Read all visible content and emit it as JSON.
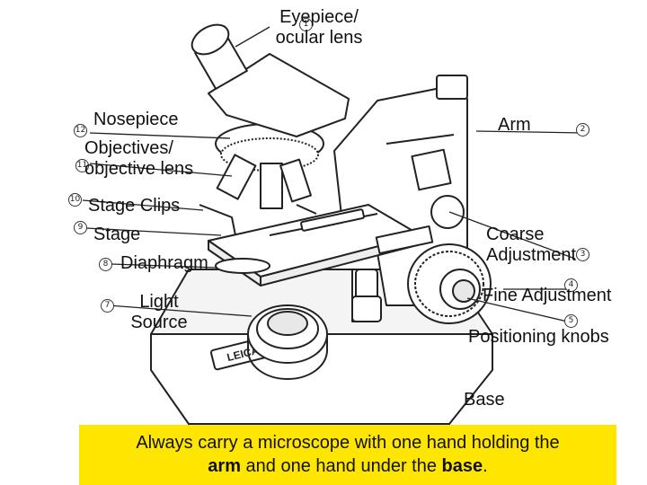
{
  "labels": {
    "eyepiece": [
      "Eyepiece/",
      "ocular lens"
    ],
    "nosepiece": "Nosepiece",
    "objectives": [
      "Objectives/",
      "objective lens"
    ],
    "stage_clips": "Stage Clips",
    "stage": "Stage",
    "diaphragm": "Diaphragm",
    "light_source": [
      "Light",
      "Source"
    ],
    "arm": "Arm",
    "coarse_adjustment": [
      "Coarse",
      "Adjustment"
    ],
    "fine_adjustment": "Fine Adjustment",
    "positioning_knobs": "Positioning knobs",
    "base": "Base"
  },
  "part_numbers": {
    "eyepiece": "1",
    "nosepiece": "12",
    "objectives": "11",
    "stage_clips": "10",
    "stage": "9",
    "diaphragm": "8",
    "light_source": "7",
    "arm": "2",
    "coarse_adjustment": "3",
    "fine_adjustment": "4",
    "positioning_knobs": "5"
  },
  "brand_text": "LEICA",
  "note": {
    "text_1": "Always carry a microscope with one hand holding the",
    "bold_1": "arm",
    "text_2": " and one hand under the ",
    "bold_2": "base",
    "text_3": "."
  },
  "colors": {
    "note_background": "#ffe600",
    "line": "#222222"
  }
}
